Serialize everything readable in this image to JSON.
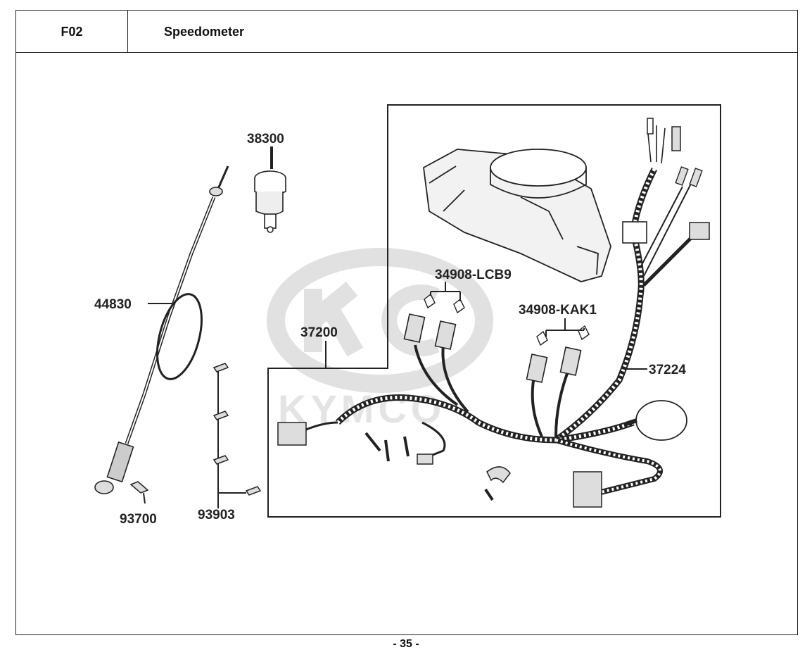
{
  "header": {
    "section_code": "F02",
    "section_title": "Speedometer"
  },
  "watermark": {
    "brand": "KYMCO",
    "color": "#c8c8c8"
  },
  "parts": [
    {
      "id": "38300"
    },
    {
      "id": "44830"
    },
    {
      "id": "34908-LCB9"
    },
    {
      "id": "37200"
    },
    {
      "id": "34908-KAK1"
    },
    {
      "id": "37224"
    },
    {
      "id": "93700"
    },
    {
      "id": "93903"
    }
  ],
  "footer": {
    "page_number": "- 35 -"
  }
}
